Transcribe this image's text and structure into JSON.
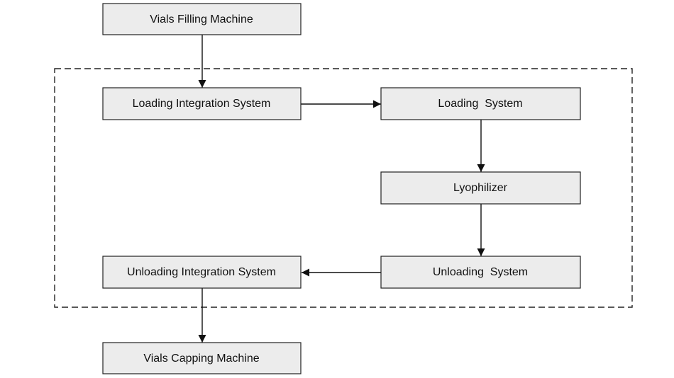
{
  "diagram": {
    "nodes": {
      "filling": "Vials Filling Machine",
      "loading_integration": "Loading Integration System",
      "loading": "Loading  System",
      "lyophilizer": "Lyophilizer",
      "unloading": "Unloading  System",
      "unloading_integration": "Unloading Integration System",
      "capping": "Vials Capping Machine"
    },
    "edges": [
      {
        "from": "filling",
        "to": "loading_integration"
      },
      {
        "from": "loading_integration",
        "to": "loading"
      },
      {
        "from": "loading",
        "to": "lyophilizer"
      },
      {
        "from": "lyophilizer",
        "to": "unloading"
      },
      {
        "from": "unloading",
        "to": "unloading_integration"
      },
      {
        "from": "unloading_integration",
        "to": "capping"
      }
    ]
  }
}
